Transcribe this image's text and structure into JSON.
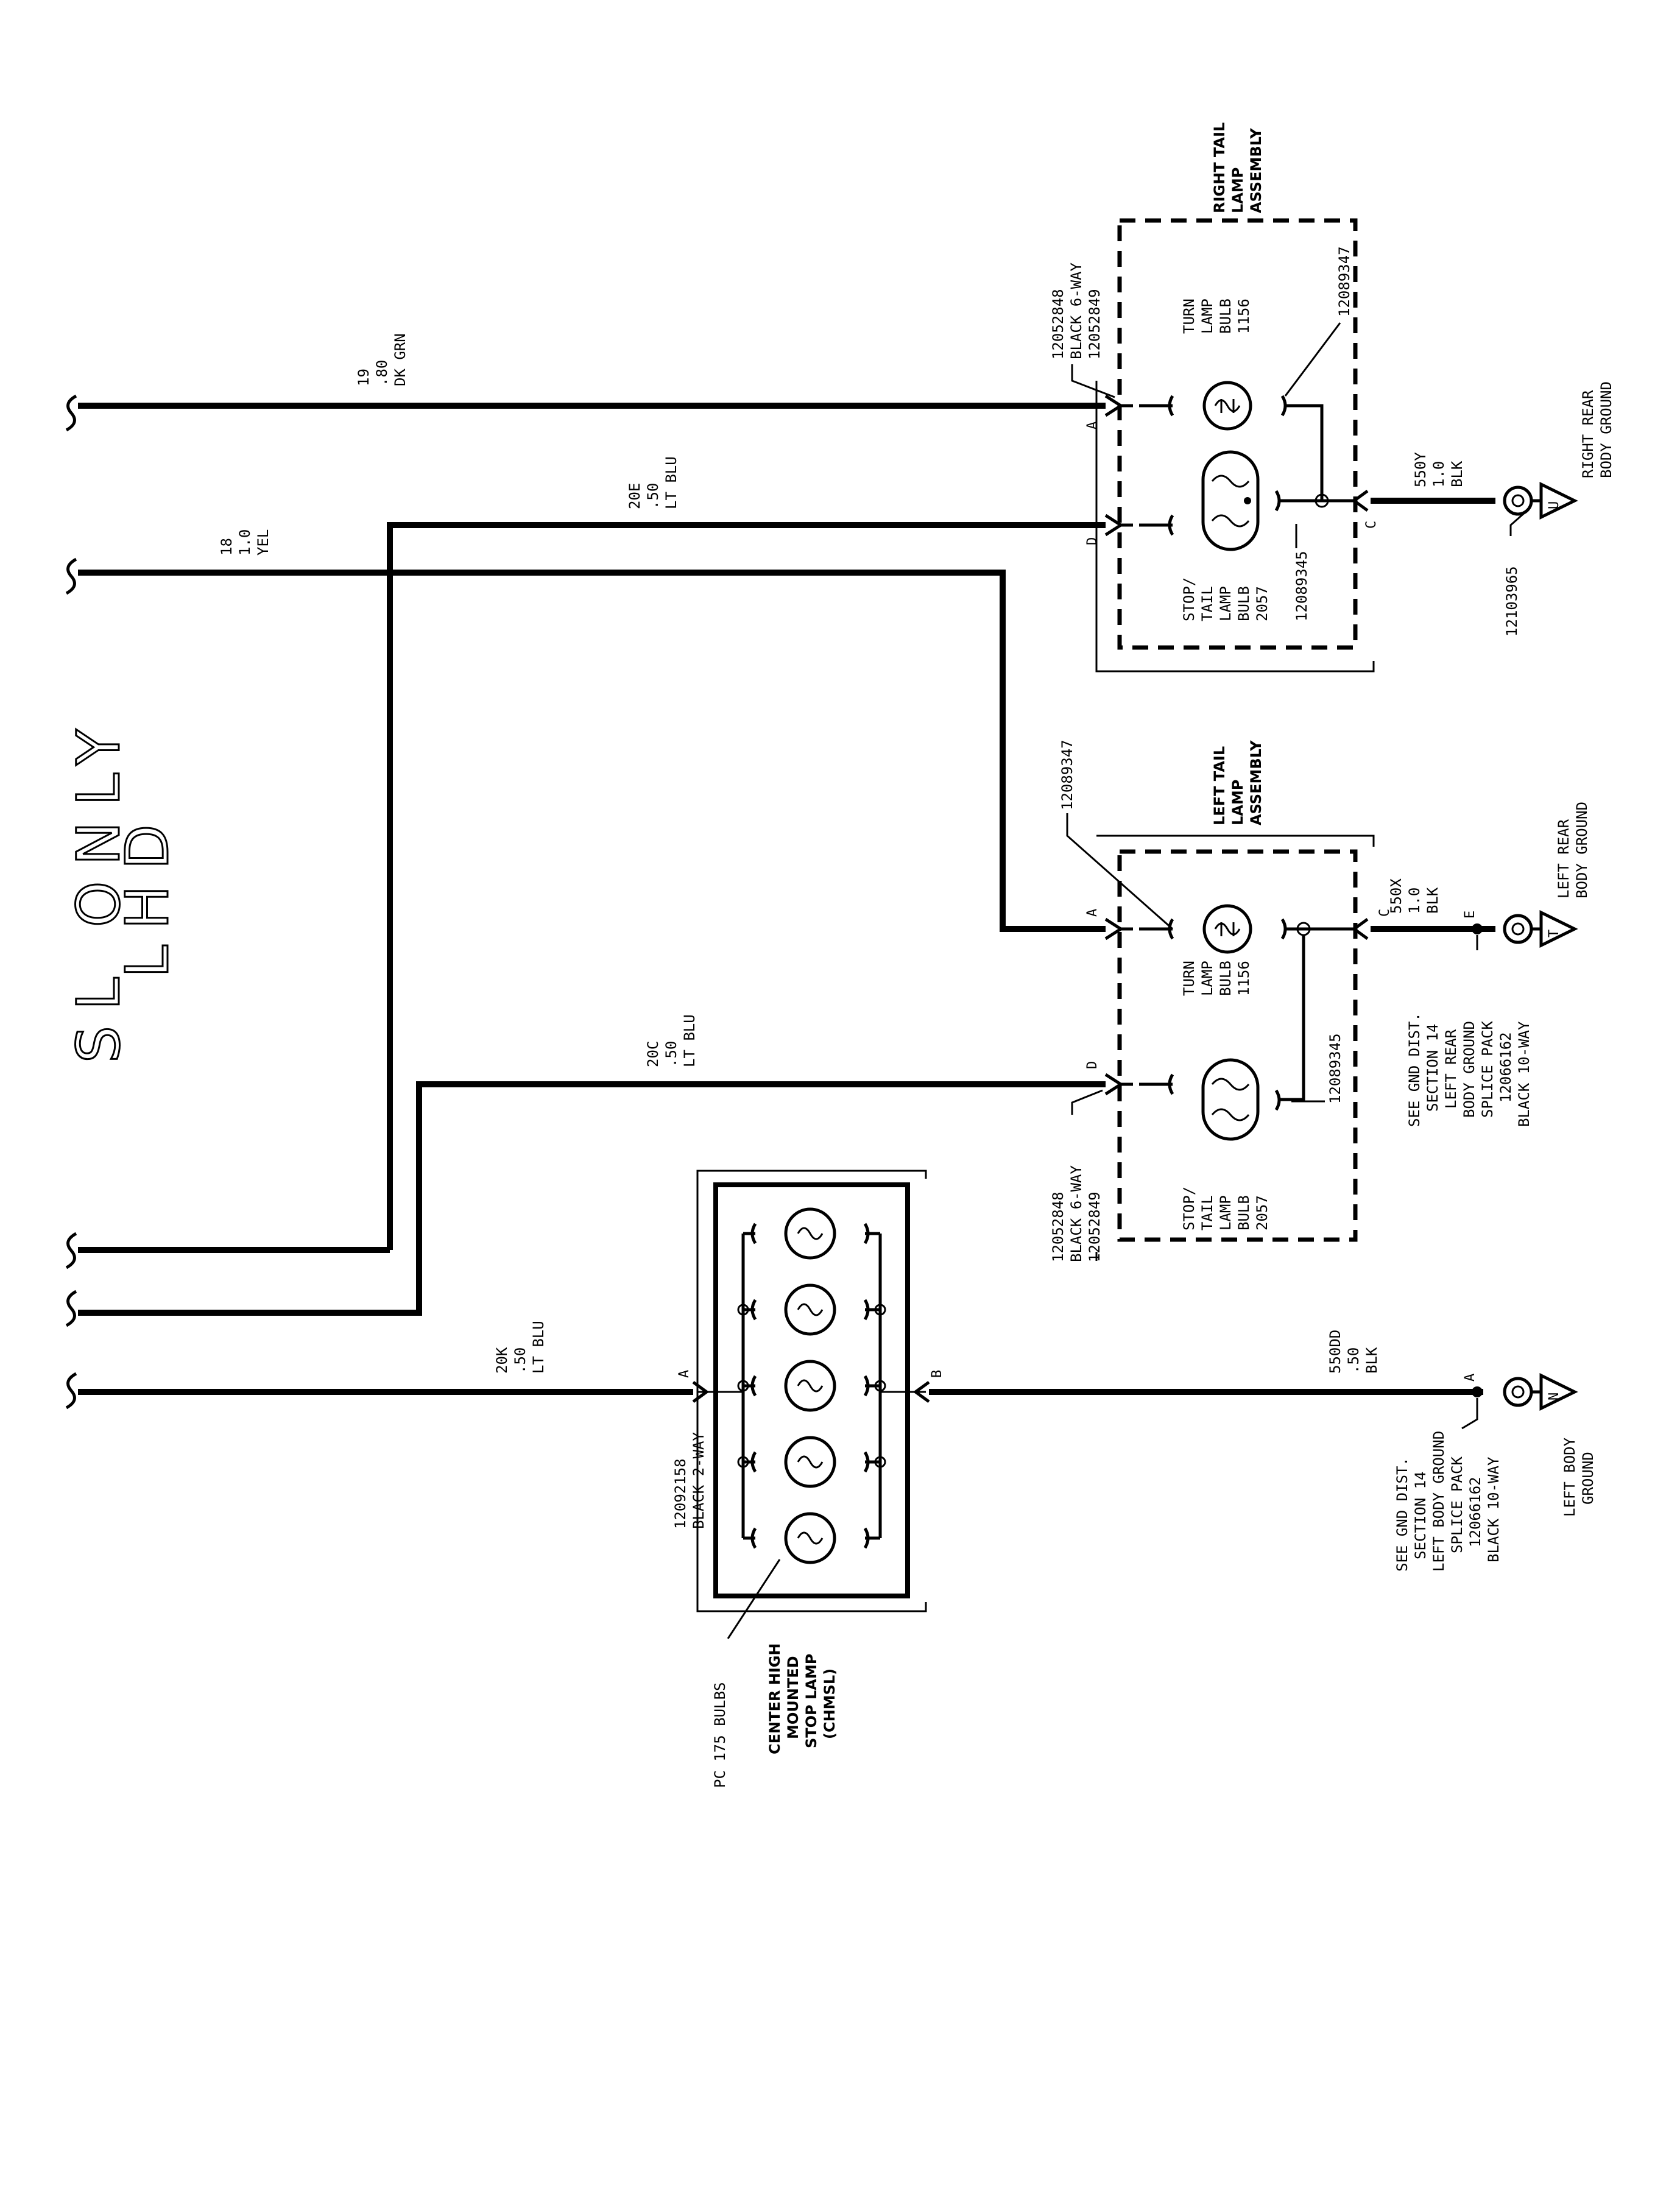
{
  "title": {
    "line1": "SL ONLY",
    "line2": "LHD"
  },
  "right_assembly": {
    "name": [
      "RIGHT TAIL",
      "LAMP",
      "ASSEMBLY"
    ],
    "connector": [
      "12052848",
      "BLACK 6-WAY",
      "12052849"
    ],
    "turn_bulb": [
      "TURN",
      "LAMP",
      "BULB",
      "1156"
    ],
    "stop_bulb": [
      "STOP/",
      "TAIL",
      "LAMP",
      "BULB",
      "2057"
    ],
    "turn_socket": "12089347",
    "stop_socket": "12089345",
    "pin_a": "A",
    "pin_d": "D",
    "pin_c": "C"
  },
  "left_assembly": {
    "name": [
      "LEFT TAIL",
      "LAMP",
      "ASSEMBLY"
    ],
    "connector": [
      "12052848",
      "BLACK 6-WAY",
      "12052849"
    ],
    "turn_bulb": [
      "TURN",
      "LAMP",
      "BULB",
      "1156"
    ],
    "stop_bulb": [
      "STOP/",
      "TAIL",
      "LAMP",
      "BULB",
      "2057"
    ],
    "turn_socket": "12089347",
    "stop_socket": "12089345",
    "pin_a": "A",
    "pin_d": "D",
    "pin_c": "C"
  },
  "chmsl": {
    "name": [
      "CENTER HIGH",
      "MOUNTED",
      "STOP LAMP",
      "(CHMSL)"
    ],
    "bulbs": "PC 175 BULBS",
    "connector": [
      "12092158",
      "BLACK 2-WAY"
    ],
    "pin_a": "A",
    "pin_b": "B"
  },
  "wires": {
    "w19": [
      "19",
      ".80",
      "DK GRN"
    ],
    "w20e": [
      "20E",
      ".50",
      "LT BLU"
    ],
    "w18": [
      "18",
      "1.0",
      "YEL"
    ],
    "w20c": [
      "20C",
      ".50",
      "LT BLU"
    ],
    "w20k": [
      "20K",
      ".50",
      "LT BLU"
    ],
    "w550y": [
      "550Y",
      "1.0",
      "BLK"
    ],
    "w550x": [
      "550X",
      "1.0",
      "BLK"
    ],
    "w550dd": [
      "550DD",
      ".50",
      "BLK"
    ]
  },
  "grounds": {
    "right_rear": {
      "label": [
        "RIGHT REAR",
        "BODY GROUND"
      ],
      "part": "12103965",
      "letter": "U"
    },
    "left_rear": {
      "label": [
        "LEFT REAR",
        "BODY GROUND"
      ],
      "letter": "T",
      "splice_letter": "E",
      "note": [
        "SEE GND DIST.",
        "SECTION 14",
        "LEFT REAR",
        "BODY GROUND",
        "SPLICE PACK",
        "12066162",
        "BLACK 10-WAY"
      ]
    },
    "left_body": {
      "label": [
        "LEFT BODY",
        "GROUND"
      ],
      "letter": "N",
      "splice_letter": "A",
      "note": [
        "SEE GND DIST.",
        "SECTION 14",
        "LEFT BODY GROUND",
        "SPLICE PACK",
        "12066162",
        "BLACK 10-WAY"
      ]
    }
  }
}
